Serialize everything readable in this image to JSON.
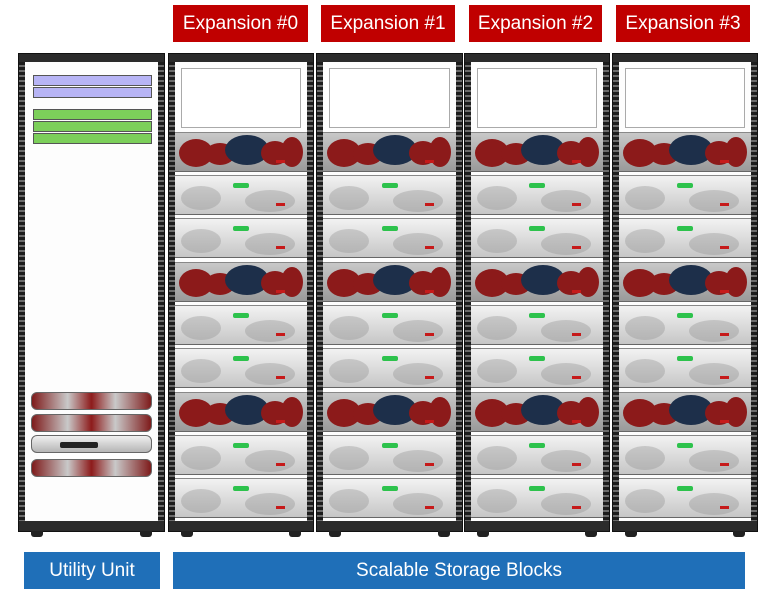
{
  "headers": {
    "expansion_0": "Expansion #0",
    "expansion_1": "Expansion #1",
    "expansion_2": "Expansion #2",
    "expansion_3": "Expansion #3"
  },
  "footers": {
    "utility": "Utility Unit",
    "storage": "Scalable Storage Blocks"
  },
  "colors": {
    "header_bg": "#c00000",
    "footer_bg": "#1f6fb8",
    "rack_frame": "#2b2b2b",
    "controller_red": "#8c1a1a",
    "controller_navy": "#1d2f4a",
    "drive_led": "#2dc24c",
    "slot_lavender": "#b7b4f5",
    "slot_green": "#7ccf5a"
  },
  "racks": {
    "utility": {
      "slots": [
        "lavender",
        "lavender",
        "green",
        "green",
        "green"
      ],
      "appliances": [
        "controller",
        "controller",
        "silver-server",
        "controller"
      ]
    },
    "storage_stack": [
      "controller",
      "drive-enclosure",
      "drive-enclosure",
      "controller",
      "drive-enclosure",
      "drive-enclosure",
      "controller",
      "drive-enclosure",
      "drive-enclosure"
    ]
  }
}
